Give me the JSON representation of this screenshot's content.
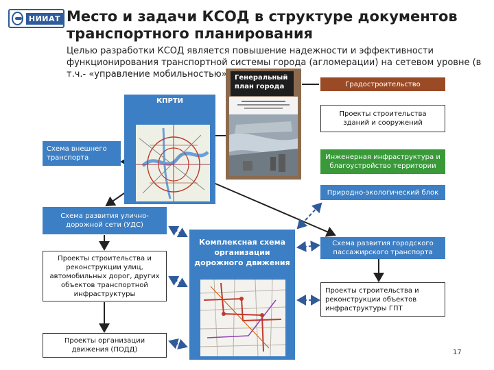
{
  "header": {
    "logo_text": "НИИАТ",
    "title": "Место и задачи КСОД в структуре документов транспортного планирования",
    "subtitle": "Целью разработки КСОД является повышение надежности и эффективности функционирования транспортной системы города (агломерации) на сетевом уровне (в т.ч.- «управление мобильностью»)"
  },
  "diagram": {
    "kprti": {
      "label": "КПРТИ"
    },
    "general_plan": {
      "label": "Генеральный план города"
    },
    "left_boxes": {
      "external": "Схема внешнего транспорта",
      "uds": "Схема развития улично-дорожной сети (УДС)",
      "street_projects": "Проекты строительства и реконструкции улиц, автомобильных дорог, других объектов транспортной инфраструктуры",
      "podd": "Проекты организации движения (ПОДД)"
    },
    "right_boxes": {
      "urban_planning": "Градостроительство",
      "buildings": "Проекты строительства зданий и сооружений",
      "engineering": "Инженерная инфраструктура и благоустройство территории",
      "ecology": "Природно-экологический блок",
      "public_transport": "Схема развития городского пассажирского транспорта",
      "gpt_projects": "Проекты строительства и реконструкции объектов инфраструктуры  ГПТ"
    },
    "kodd": {
      "label": "Комплексная схема организации дорожного движения"
    }
  },
  "page_number": "17",
  "colors": {
    "box_blue": "#3d7fc4",
    "urban_brown": "#9b4a26",
    "engineering_green": "#3a9a3a",
    "logo_blue": "#2f5b9a"
  }
}
